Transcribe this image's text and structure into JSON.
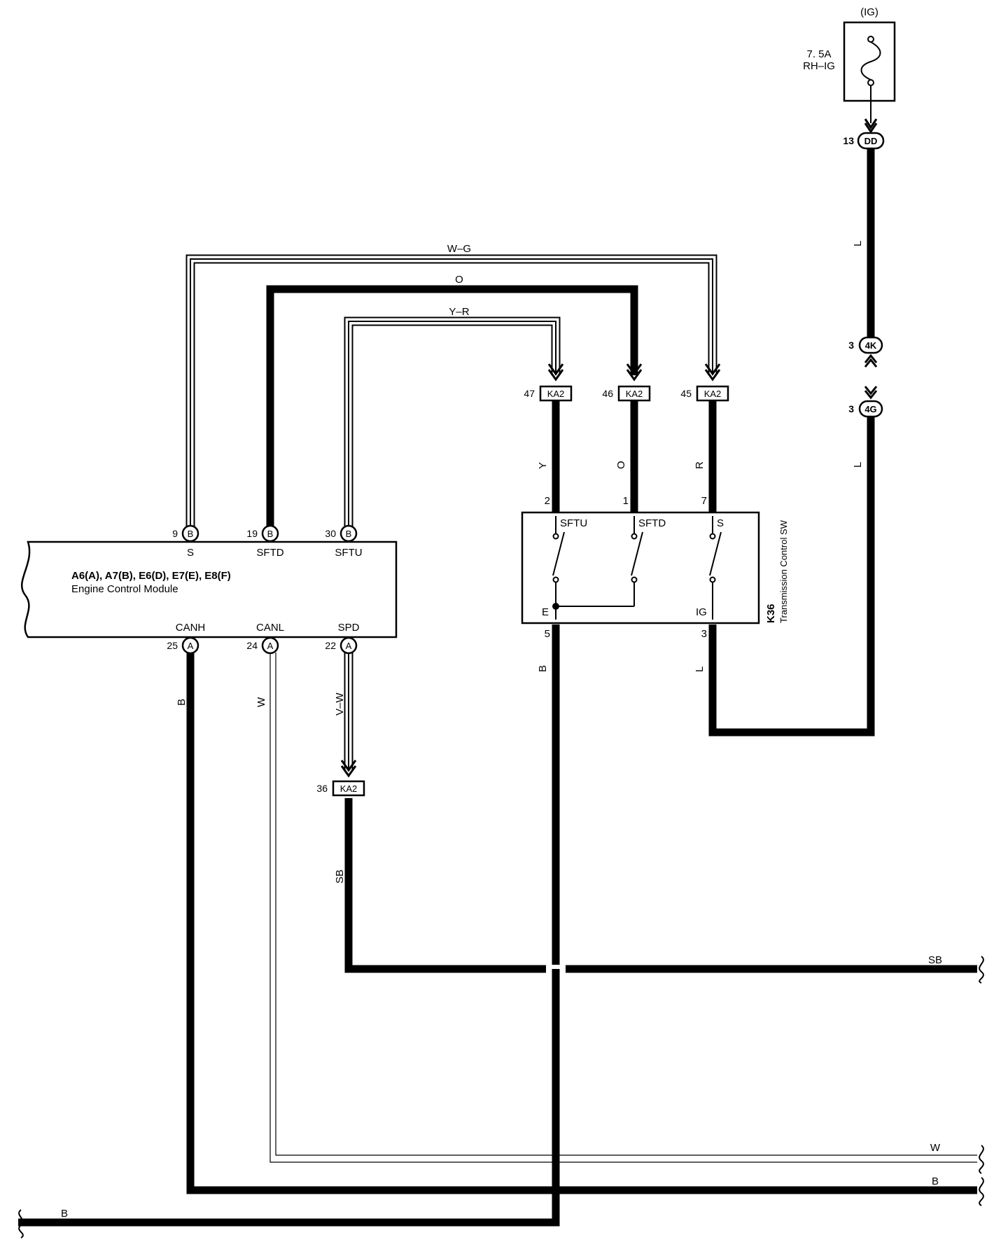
{
  "fuse": {
    "group": "(IG)",
    "rating": "7. 5A",
    "name": "RH–IG"
  },
  "connectors": {
    "dd": {
      "pin": "13",
      "code": "DD"
    },
    "j4k": {
      "pin": "3",
      "code": "4K"
    },
    "j4g": {
      "pin": "3",
      "code": "4G"
    },
    "ka2_47": {
      "pin": "47",
      "code": "KA2"
    },
    "ka2_46": {
      "pin": "46",
      "code": "KA2"
    },
    "ka2_45": {
      "pin": "45",
      "code": "KA2"
    },
    "ka2_36": {
      "pin": "36",
      "code": "KA2"
    },
    "ecm_s": {
      "pin": "9",
      "code": "B"
    },
    "ecm_sftd": {
      "pin": "19",
      "code": "B"
    },
    "ecm_sftu": {
      "pin": "30",
      "code": "B"
    },
    "ecm_canh": {
      "pin": "25",
      "code": "A"
    },
    "ecm_canl": {
      "pin": "24",
      "code": "A"
    },
    "ecm_spd": {
      "pin": "22",
      "code": "A"
    }
  },
  "wires": {
    "wg": "W–G",
    "o_top": "O",
    "yr": "Y–R",
    "l_upper": "L",
    "l_lower": "L",
    "y": "Y",
    "o": "O",
    "r": "R",
    "b_sw": "B",
    "l_sw": "L",
    "b_ecm": "B",
    "w_ecm": "W",
    "vw": "V–W",
    "sb_v": "SB",
    "sb_h": "SB",
    "w_h": "W",
    "b_h": "B",
    "b_bottom": "B"
  },
  "ecm": {
    "title": "A6(A), A7(B), E6(D), E7(E), E8(F)",
    "subtitle": "Engine Control Module",
    "terminals_top": [
      "S",
      "SFTD",
      "SFTU"
    ],
    "terminals_bottom": [
      "CANH",
      "CANL",
      "SPD"
    ]
  },
  "switch": {
    "code": "K36",
    "name": "Transmission Control SW",
    "pin_numbers_top": [
      "2",
      "1",
      "7"
    ],
    "terminals_top": [
      "SFTU",
      "SFTD",
      "S"
    ],
    "terminals_bottom": [
      "E",
      "IG"
    ],
    "pin_numbers_bottom": [
      "5",
      "3"
    ]
  }
}
